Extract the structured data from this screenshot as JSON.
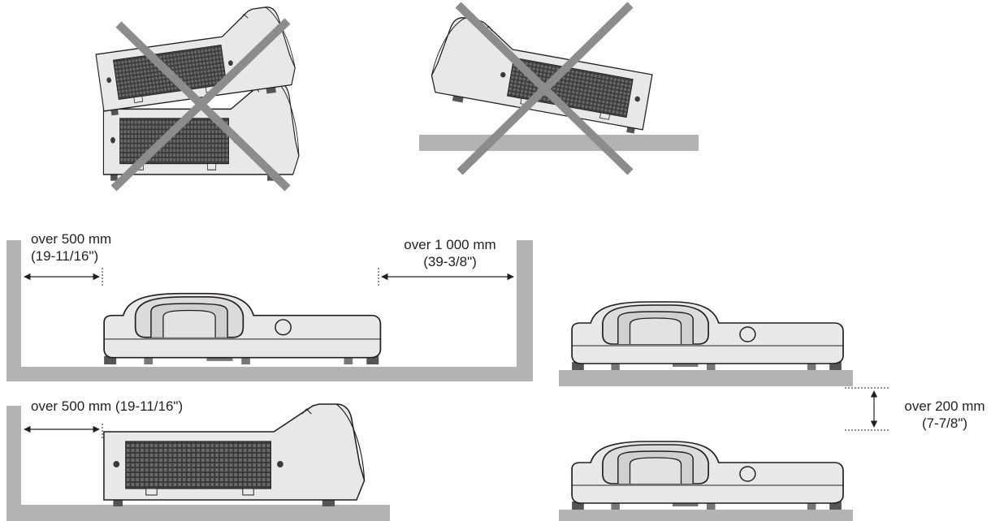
{
  "colors": {
    "body": "#e8e8e8",
    "outline": "#231f20",
    "floor": "#b3b3b3",
    "cross": "#8c8c8c",
    "vent": "#3a3a3a",
    "text": "#231f20"
  },
  "clearances": {
    "front_top": {
      "line1": "over 500 mm",
      "line2": "(19-11/16\")"
    },
    "rear_top": {
      "line1": "over 1 000 mm",
      "line2": "(39-3/8\")"
    },
    "side": {
      "text": "over 500 mm (19-11/16\")"
    },
    "vertical": {
      "line1": "over 200 mm",
      "line2": "(7-7/8\")"
    }
  }
}
